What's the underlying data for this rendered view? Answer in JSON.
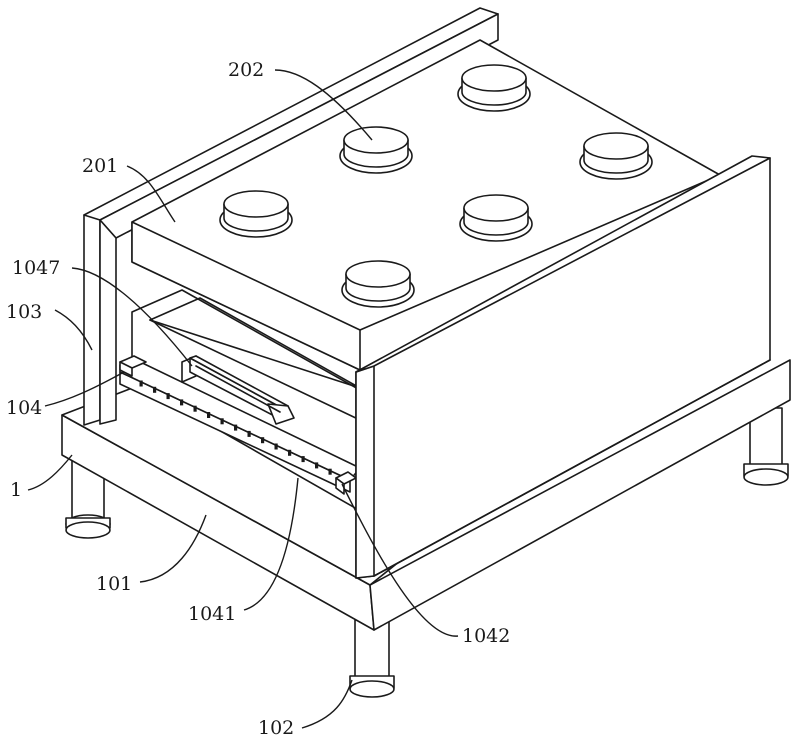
{
  "labels": {
    "l202": "202",
    "l201": "201",
    "l1047": "1047",
    "l103": "103",
    "l104": "104",
    "l1": "1",
    "l101": "101",
    "l1041": "1041",
    "l1042": "1042",
    "l102": "102"
  }
}
